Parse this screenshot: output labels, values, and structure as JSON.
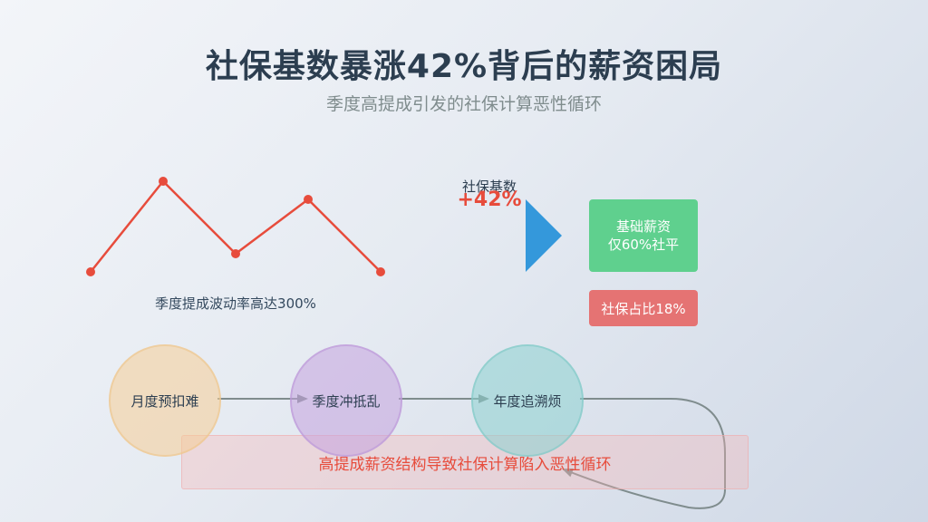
{
  "header": {
    "title": "社保基数暴涨42%背后的薪资困局",
    "subtitle": "季度高提成引发的社保计算恶性循环"
  },
  "wave": {
    "caption": "季度提成波动率高达300%",
    "color": "#e74c3c"
  },
  "metric": {
    "label": "社保基数",
    "value": "+42%",
    "value_color": "#e74c3c",
    "arrow_color": "#3498db"
  },
  "outcomes": {
    "base_salary_line1": "基础薪资",
    "base_salary_line2": "仅60%社平",
    "base_salary_color": "#5fd08e",
    "share_label": "社保占比18%",
    "share_color": "#e57373"
  },
  "cycle": {
    "stages": [
      "月度预扣难",
      "季度冲抵乱",
      "年度追溯烦"
    ],
    "conclusion": "高提成薪资结构导致社保计算陷入恶性循环",
    "conclusion_color": "#e74c3c"
  },
  "icons": {
    "metric_arrow": "triangle-right-icon",
    "flow_arrow": "arrow-right-icon"
  }
}
